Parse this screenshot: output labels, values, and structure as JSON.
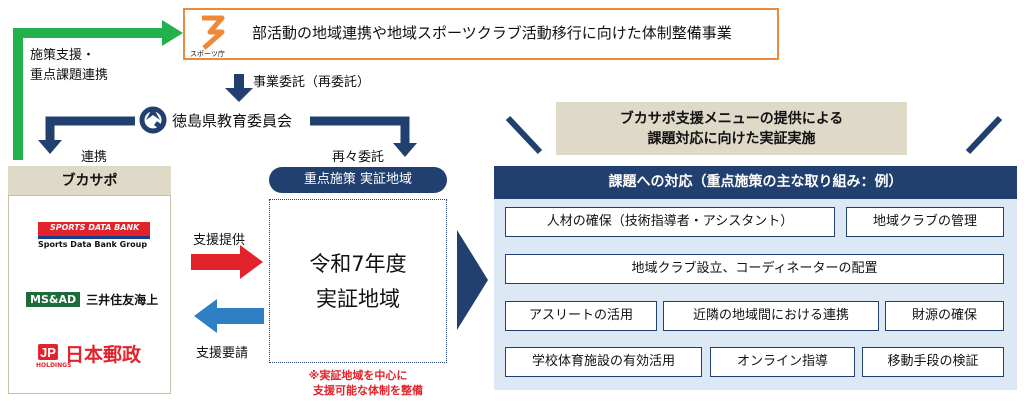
{
  "top": {
    "logo_text": "スポーツ庁",
    "title": "部活動の地域連携や地域スポーツクラブ活動移行に向けた体制整備事業",
    "left_label": "施策支援・\n重点課題連携",
    "commission_label": "事業委託（再委託）"
  },
  "board": {
    "title": "徳島県教育委員会",
    "link_label": "連携",
    "recommission_label": "再々委託"
  },
  "bukasapo": {
    "header": "ブカサポ",
    "sponsors": [
      {
        "name": "SPORTS DATA BANK",
        "sub": "Sports Data Bank Group"
      },
      {
        "badge": "MS&AD",
        "name": "三井住友海上"
      },
      {
        "badge": "HOLDINGS",
        "name": "日本郵政"
      }
    ]
  },
  "flow": {
    "support_offer": "支援提供",
    "support_request": "支援要請"
  },
  "jissho": {
    "pill": "重点施策 実証地域",
    "line1": "令和7年度",
    "line2": "実証地域",
    "note1": "※実証地域を中心に",
    "note2": "支援可能な体制を整備"
  },
  "menu_banner": {
    "line1": "ブカサポ支援メニューの提供による",
    "line2": "課題対応に向けた実証実施"
  },
  "panel": {
    "header": "課題への対応（重点施策の主な取り組み：例）",
    "chips": [
      "人材の確保（技術指導者・アシスタント）",
      "地域クラブの管理",
      "地域クラブ設立、コーディネーターの配置",
      "アスリートの活用",
      "近隣の地域間における連携",
      "財源の確保",
      "学校体育施設の有効活用",
      "オンライン指導",
      "移動手段の検証"
    ]
  },
  "colors": {
    "navy": "#21406f",
    "green": "#22b14c",
    "orange": "#f0883a",
    "red": "#e3232b",
    "blue": "#2e7fc4",
    "beige": "#dfd9c8",
    "panel_bg": "#dce8f4"
  }
}
